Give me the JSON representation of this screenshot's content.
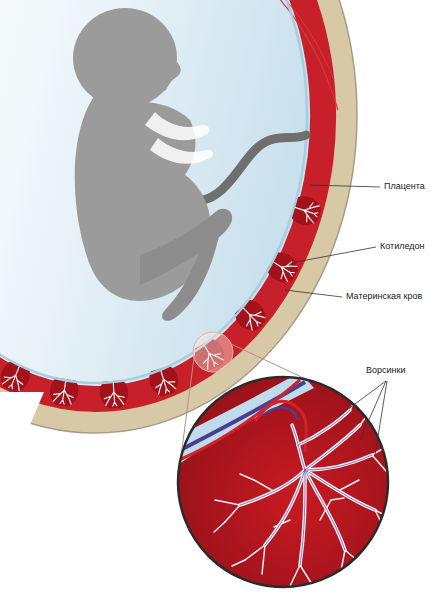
{
  "diagram": {
    "labels": [
      "Плацента",
      "Котиледон",
      "Материнская кров",
      "Ворсинки"
    ]
  }
}
